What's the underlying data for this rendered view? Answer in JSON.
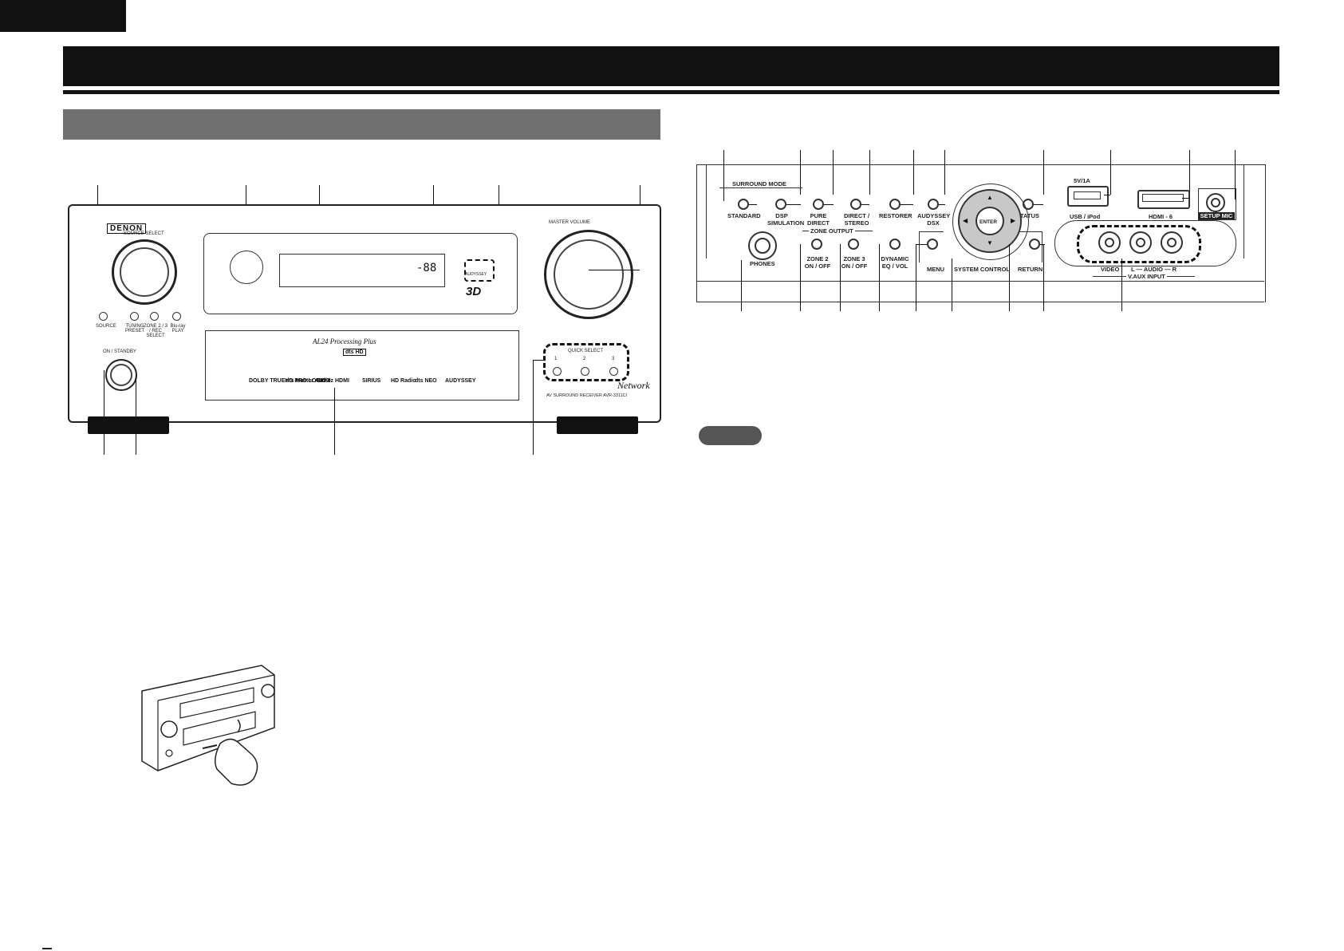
{
  "receiver": {
    "brand": "DENON",
    "source_select_label": "SOURCE SELECT",
    "master_volume_label": "MASTER VOLUME",
    "display_readout": "-88",
    "three_d_badge": "3D",
    "audyssey_label": "AUDYSSEY",
    "processing_text": "AL24 Processing Plus",
    "dts_hd_badge": "dts HD",
    "on_standby_label": "ON / STANDBY",
    "network_text": "Network",
    "model_text": "AV SURROUND RECEIVER AVR-3311CI",
    "quick_select_label": "QUICK SELECT",
    "quick_select_numbers": [
      "1",
      "2",
      "3"
    ],
    "small_buttons": [
      "SOURCE",
      "TUNING PRESET",
      "ZONE 2 / 3 / REC SELECT",
      "Blu-ray PLAY"
    ],
    "logos": [
      "DOLBY TRUEHD PRO LOGIC IIz",
      "dts Master Audio",
      "DIVX",
      "HDMI",
      "SIRIUS",
      "HD Radio",
      "dts NEO",
      "AUDYSSEY"
    ]
  },
  "controls": {
    "surround_mode_header": "SURROUND MODE",
    "zone_output_header": "ZONE OUTPUT",
    "top_row": [
      "STANDARD",
      "DSP SIMULATION",
      "PURE DIRECT",
      "DIRECT / STEREO",
      "RESTORER",
      "AUDYSSEY DSX",
      "STATUS"
    ],
    "usb_label": "USB / iPod",
    "usb_power": "5V/1A",
    "hdmi_label": "HDMI - 6",
    "setup_mic_label": "SETUP MIC",
    "bottom_row": [
      "PHONES",
      "ZONE 2 ON / OFF",
      "ZONE 3 ON / OFF",
      "DYNAMIC EQ / VOL",
      "MENU",
      "SYSTEM CONTROL",
      "RETURN"
    ],
    "enter_label": "ENTER",
    "video_label": "VIDEO",
    "audio_label": "L — AUDIO — R",
    "vaux_label": "V.AUX INPUT"
  }
}
